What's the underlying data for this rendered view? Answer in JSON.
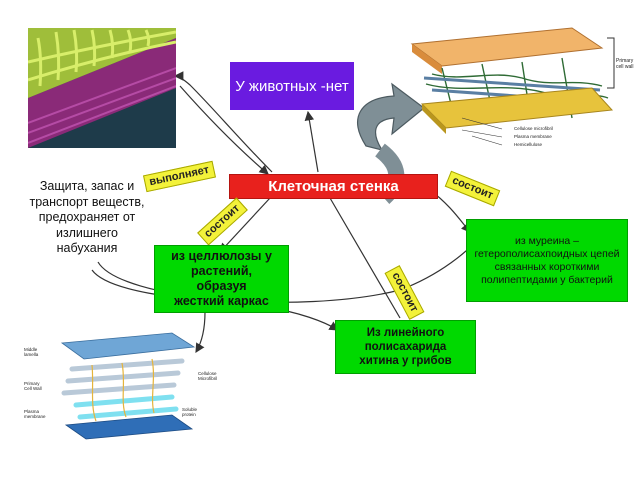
{
  "center": {
    "title": "Клеточная стенка"
  },
  "animals": {
    "text": "У животных -нет"
  },
  "function": {
    "text": "Защита, запас и транспорт веществ, предохраняет от излишнего набухания"
  },
  "plants": {
    "line1": "из целлюлозы у растений,",
    "line2": "образуя",
    "line3": "жесткий каркас"
  },
  "bacteria": {
    "text": "из муреина – гетерополисахпоидных цепей связанных короткими полипептидами у бактерий"
  },
  "fungi": {
    "line1": "Из линейного полисахарида",
    "line2": "хитина у грибов"
  },
  "tags": {
    "performs": "выполняет",
    "consists_right": "состоит",
    "consists_left": "состоит",
    "consists_lower": "состоит"
  },
  "colors": {
    "center_bg": "#e8211d",
    "animals_bg": "#6a1be0",
    "green_bg": "#00d900",
    "tag_bg": "#f3f23a",
    "big_arrow": "#7f8f96"
  },
  "icons": {
    "top_left": "cell-wall-micrograph",
    "top_right": "cell-wall-layer-diagram",
    "bottom_left": "cellulose-microfibril-diagram"
  }
}
